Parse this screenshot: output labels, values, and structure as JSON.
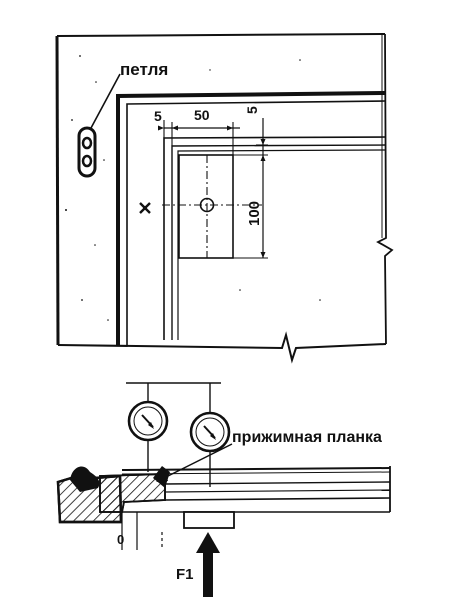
{
  "labels": {
    "hinge": "петля",
    "clamp_strip": "прижимная планка",
    "force": "F1",
    "zero_mark": "0"
  },
  "dimensions": {
    "offset_left": "5",
    "width": "50",
    "offset_top": "5",
    "height": "100"
  },
  "colors": {
    "ink": "#111111",
    "paper": "#ffffff"
  },
  "icons": [
    "dial-gauge-icon",
    "dial-gauge-icon",
    "force-arrow-icon",
    "hinge-icon",
    "cross-marker-icon"
  ]
}
